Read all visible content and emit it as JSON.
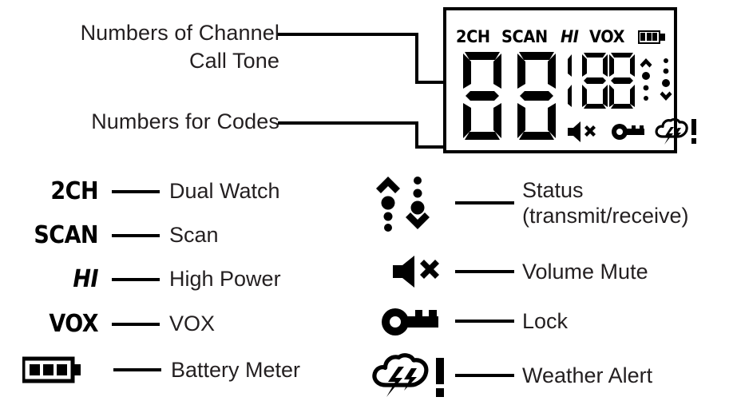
{
  "diagram": {
    "title": "Two-way radio LCD display icon guide",
    "callouts": [
      {
        "text": "Numbers of Channel\nCall Tone",
        "name": "callout-channel-calltone"
      },
      {
        "text": "Numbers for Codes",
        "name": "callout-codes"
      }
    ]
  },
  "lcd": {
    "indicators": [
      {
        "id": "2ch",
        "label": "2CH",
        "style": "bold"
      },
      {
        "id": "scan",
        "label": "SCAN",
        "style": "bold"
      },
      {
        "id": "hi",
        "label": "HI",
        "style": "bold-italic"
      },
      {
        "id": "vox",
        "label": "VOX",
        "style": "bold"
      }
    ],
    "battery": {
      "bars": 3,
      "name": "battery-icon"
    },
    "main_digits": "88",
    "small_digits": "188",
    "status_icon": "status-transmit-receive-icon",
    "bottom_icons": [
      {
        "id": "mute",
        "name": "volume-mute-icon"
      },
      {
        "id": "lock",
        "name": "lock-key-icon"
      },
      {
        "id": "weather",
        "name": "weather-alert-icon"
      }
    ]
  },
  "legend": {
    "left": [
      {
        "glyph": "2CH",
        "glyph_style": "bold",
        "label": "Dual Watch",
        "name": "legend-dual-watch"
      },
      {
        "glyph": "SCAN",
        "glyph_style": "bold",
        "label": "Scan",
        "name": "legend-scan"
      },
      {
        "glyph": "HI",
        "glyph_style": "bold-italic",
        "label": "High Power",
        "name": "legend-high-power"
      },
      {
        "glyph": "VOX",
        "glyph_style": "bold",
        "label": "VOX",
        "name": "legend-vox"
      },
      {
        "glyph": "",
        "glyph_style": "icon",
        "label": "Battery Meter",
        "name": "legend-battery-meter"
      }
    ],
    "right": [
      {
        "icon": "status-transmit-receive-icon",
        "label": "Status\n(transmit/receive)",
        "name": "legend-status"
      },
      {
        "icon": "volume-mute-icon",
        "label": "Volume Mute",
        "name": "legend-volume-mute"
      },
      {
        "icon": "lock-key-icon",
        "label": "Lock",
        "name": "legend-lock"
      },
      {
        "icon": "weather-alert-icon",
        "label": "Weather Alert",
        "name": "legend-weather-alert"
      }
    ]
  },
  "colors": {
    "ink": "#231f20",
    "glyph": "#000000",
    "background": "#ffffff"
  }
}
